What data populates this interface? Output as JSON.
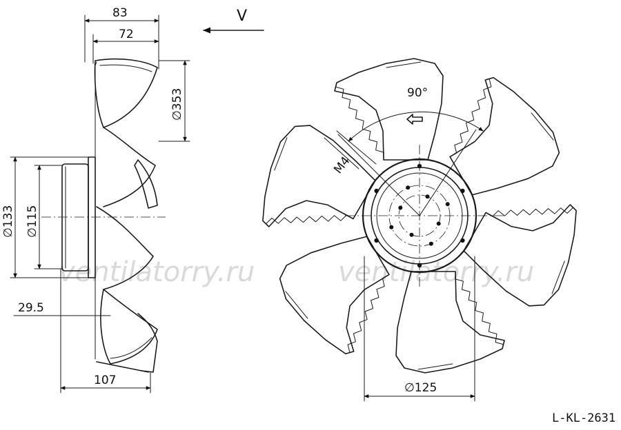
{
  "dimensions": {
    "d83": "83",
    "d72": "72",
    "d353": "∅353",
    "d133": "∅133",
    "d115": "∅115",
    "d29_5": "29.5",
    "d107": "107",
    "d90": "90°",
    "m4": "M4",
    "d125": "∅125"
  },
  "airflow": {
    "label": "V"
  },
  "watermark": {
    "text": "ventilatorry.ru"
  },
  "drawing_code": "L-KL-2631"
}
